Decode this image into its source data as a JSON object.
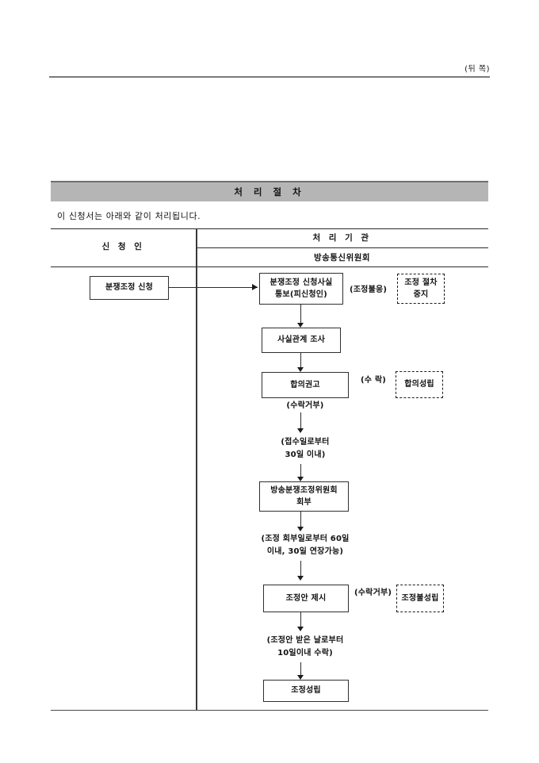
{
  "header": {
    "page_marker": "(뒤 쪽)"
  },
  "section": {
    "title": "처 리 절 차",
    "intro": "이 신청서는 아래와 같이 처리됩니다."
  },
  "table": {
    "col_applicant": "신 청 인",
    "col_agency": "처 리 기 관",
    "agency_name": "방송통신위원회"
  },
  "flow": {
    "applicant_step": "분쟁조정 신청",
    "steps": [
      {
        "line1": "분쟁조정 신청사실",
        "line2": "통보(피신청인)"
      },
      {
        "line1": "사실관계 조사",
        "line2": ""
      },
      {
        "line1": "합의권고",
        "line2": ""
      },
      {
        "line1": "방송분쟁조정위원회",
        "line2": "회부"
      },
      {
        "line1": "조정안 제시",
        "line2": ""
      },
      {
        "line1": "조정성립",
        "line2": ""
      }
    ],
    "branches": [
      {
        "condition": "(조정불응)",
        "outcome_line1": "조정 절차",
        "outcome_line2": "중지"
      },
      {
        "condition": "(수 락)",
        "outcome_line1": "합의성립",
        "outcome_line2": ""
      },
      {
        "condition": "(수락거부)",
        "outcome_line1": "조정불성립",
        "outcome_line2": ""
      }
    ],
    "notes": [
      {
        "line1": "(수락거부)",
        "line2": ""
      },
      {
        "line1": "(접수일로부터",
        "line2": "30일 이내)"
      },
      {
        "line1": "(조정 회부일로부터 60일",
        "line2": "이내, 30일 연장가능)"
      },
      {
        "line1": "(조정안 받은 날로부터",
        "line2": "10일이내 수락)"
      }
    ]
  }
}
